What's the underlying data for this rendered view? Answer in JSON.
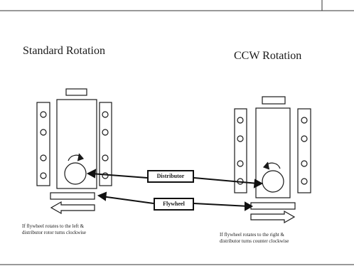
{
  "diagram": {
    "left": {
      "title": "Standard Rotation",
      "caption_line1": "If flywheel rotates to the left &",
      "caption_line2": "distributor rotor turns clockwise",
      "flywheel_arrow_direction": "left",
      "rotor_arrow_direction": "clockwise"
    },
    "right": {
      "title": "CCW Rotation",
      "caption_line1": "If flywheel rotates to the right &",
      "caption_line2": "distributor turns counter clockwise",
      "flywheel_arrow_direction": "right",
      "rotor_arrow_direction": "counter clockwise"
    },
    "labels": {
      "distributor": "Distributor",
      "flywheel": "Flywheel"
    },
    "colors": {
      "line": "#1a1a1a",
      "background": "#ffffff"
    }
  }
}
